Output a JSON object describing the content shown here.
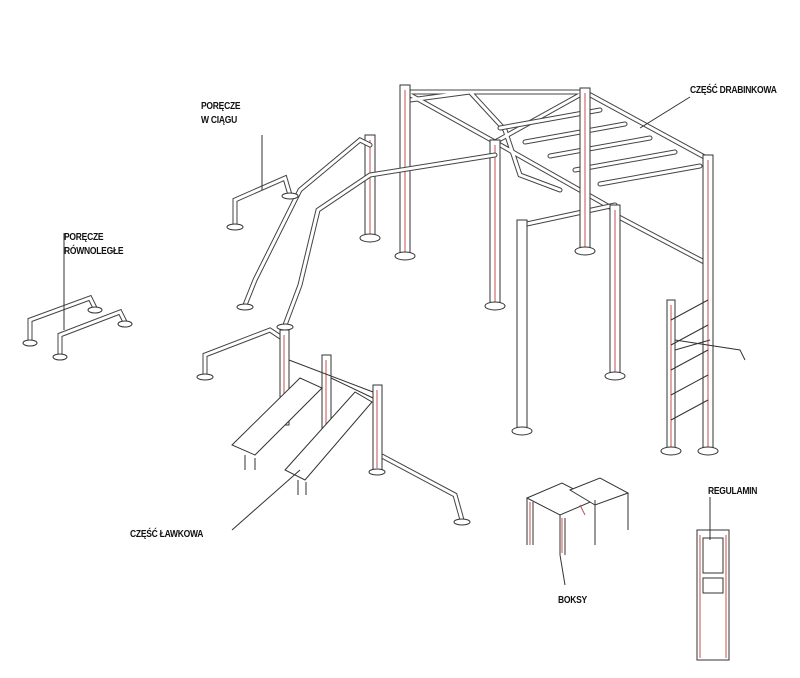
{
  "labels": {
    "porecze_w_ciagu": [
      "PORĘCZE",
      "W CIĄGU"
    ],
    "czesc_drabinkowa": "CZĘŚĆ DRABINKOWA",
    "porecze_rownolegle": [
      "PORĘCZE",
      "RÓWNOLEGŁE"
    ],
    "czesc_lawkowa": "CZĘŚĆ ŁAWKOWA",
    "boksy": "BOKSY",
    "regulamin": "REGULAMIN"
  },
  "colors": {
    "line": "#333333",
    "accent": "#c0504d"
  }
}
